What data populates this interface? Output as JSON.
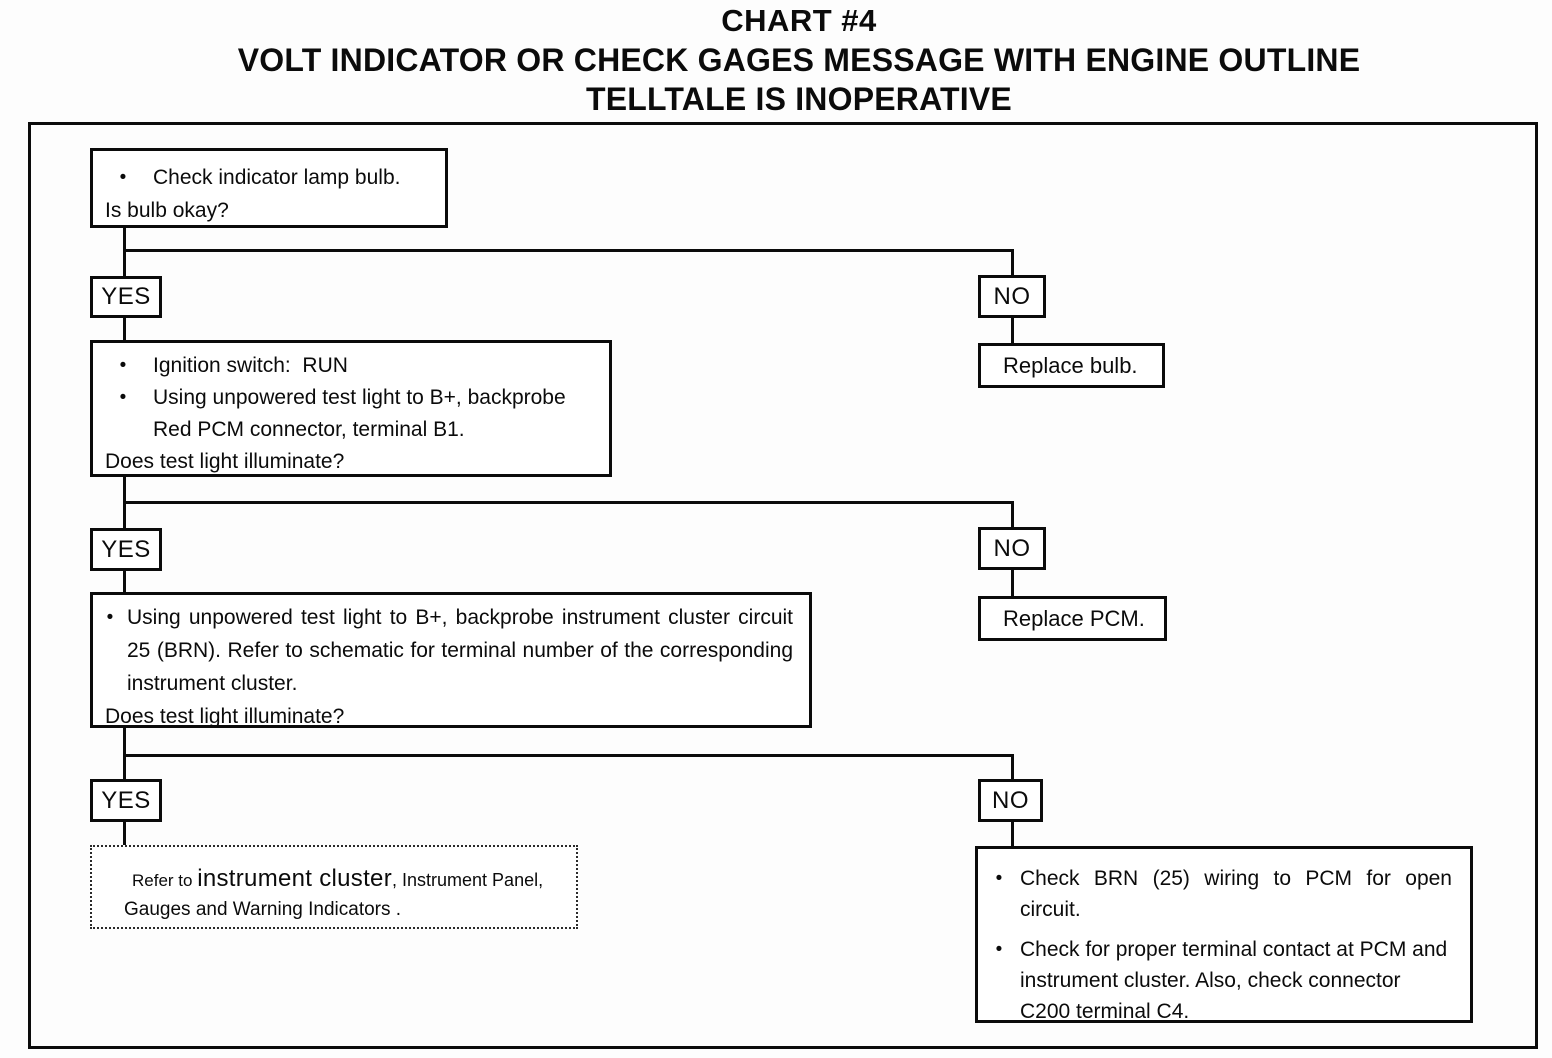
{
  "title": {
    "line1": "CHART #4",
    "line2": "VOLT INDICATOR OR CHECK GAGES MESSAGE WITH ENGINE OUTLINE",
    "line3": "TELLTALE IS INOPERATIVE"
  },
  "labels": {
    "yes": "YES",
    "no": "NO",
    "bullet": "•"
  },
  "steps": {
    "check_bulb": {
      "bullet1": "Check indicator lamp bulb.",
      "question": "Is bulb okay?"
    },
    "replace_bulb": {
      "text": "Replace bulb."
    },
    "ignition_test": {
      "bullet1": "Ignition switch:  RUN",
      "bullet2": "Using unpowered test light to B+, backprobe Red PCM connector, terminal B1.",
      "question": "Does test light illuminate?"
    },
    "replace_pcm": {
      "text": "Replace PCM."
    },
    "cluster_test": {
      "bullet1": "Using unpowered test light to B+, backprobe instrument cluster circuit 25 (BRN). Refer to schematic for terminal number of the corresponding instrument cluster.",
      "question": "Does test light illuminate?"
    },
    "refer_cluster": {
      "prefix": "Refer to ",
      "emphasis": "instrument cluster",
      "suffix": ", Instrument Panel,",
      "line2": "Gauges and Warning Indicators ."
    },
    "check_wiring": {
      "bullet1": "Check BRN (25) wiring to PCM for open circuit.",
      "bullet2": "Check for proper terminal contact at PCM and instrument cluster. Also, check connector C200 terminal C4."
    }
  }
}
